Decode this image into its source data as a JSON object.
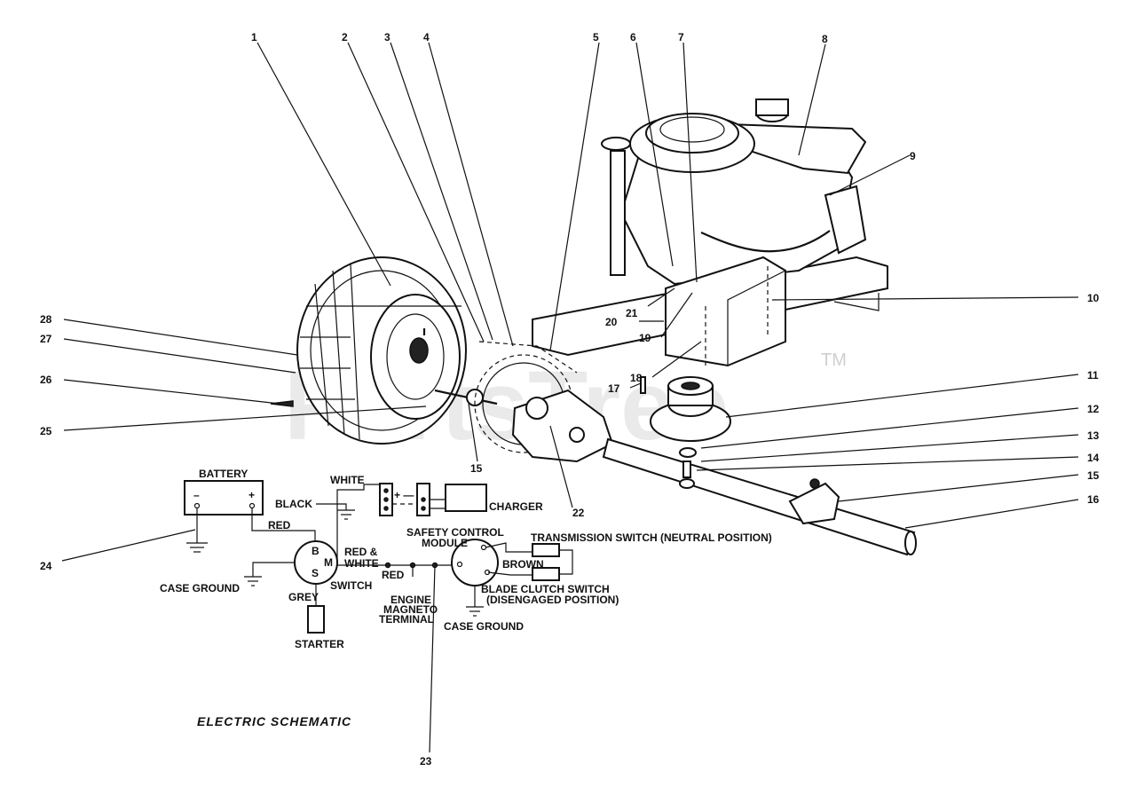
{
  "watermark": "PartsTree",
  "watermark_tm": "TM",
  "diagram_title": "ELECTRIC SCHEMATIC",
  "callouts": [
    "1",
    "2",
    "3",
    "4",
    "5",
    "6",
    "7",
    "8",
    "9",
    "10",
    "11",
    "12",
    "13",
    "14",
    "15",
    "16",
    "17",
    "18",
    "19",
    "20",
    "21",
    "22",
    "23",
    "24",
    "25",
    "26",
    "27",
    "28"
  ],
  "callout_15_alt": "15",
  "schematic": {
    "battery": "BATTERY",
    "battery_minus": "–",
    "battery_plus": "+",
    "white": "WHITE",
    "black": "BLACK",
    "charger": "CHARGER",
    "red_top": "RED",
    "red_white_1": "RED &",
    "red_white_2": "WHITE",
    "switch": "SWITCH",
    "switch_b": "B",
    "switch_m": "M",
    "switch_s": "S",
    "case_ground_left": "CASE GROUND",
    "grey": "GREY",
    "starter": "STARTER",
    "red_mid": "RED",
    "engine_1": "ENGINE",
    "engine_2": "MAGNETO",
    "engine_3": "TERMINAL",
    "scm_1": "SAFETY CONTROL",
    "scm_2": "MODULE",
    "brown": "BROWN",
    "case_ground_right": "CASE GROUND",
    "trans_switch": "TRANSMISSION SWITCH (NEUTRAL POSITION)",
    "blade_1": "BLADE CLUTCH SWITCH",
    "blade_2": "(DISENGAGED POSITION)",
    "charger_plus_minus": "+ — +"
  }
}
